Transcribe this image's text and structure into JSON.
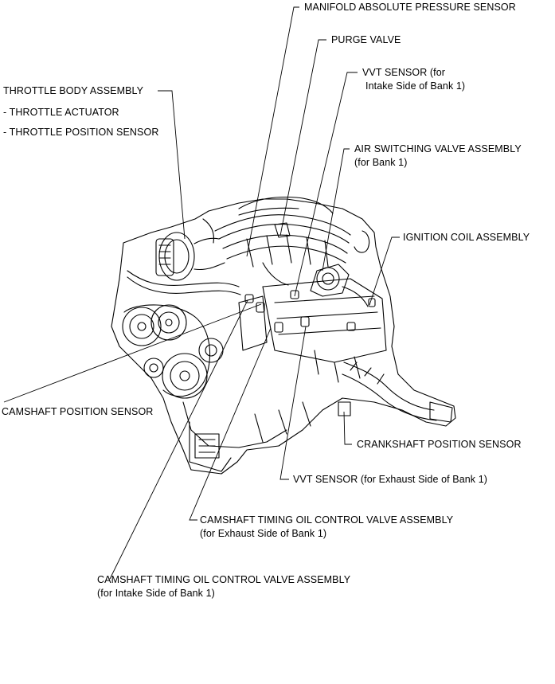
{
  "labels": {
    "map_sensor": "MANIFOLD ABSOLUTE PRESSURE SENSOR",
    "purge_valve": "PURGE VALVE",
    "vvt_intake_1": "VVT SENSOR (for",
    "vvt_intake_2": "Intake Side of Bank 1)",
    "throttle_body": "THROTTLE BODY ASSEMBLY",
    "throttle_actuator": "- THROTTLE ACTUATOR",
    "throttle_position": "- THROTTLE POSITION SENSOR",
    "air_switching_1": "AIR SWITCHING VALVE ASSEMBLY",
    "air_switching_2": "(for Bank 1)",
    "ignition_coil": "IGNITION COIL ASSEMBLY",
    "camshaft_position": "CAMSHAFT POSITION SENSOR",
    "crankshaft_position": "CRANKSHAFT POSITION SENSOR",
    "vvt_exhaust": "VVT SENSOR (for Exhaust Side of Bank 1)",
    "ocv_exhaust_1": "CAMSHAFT TIMING OIL CONTROL VALVE ASSEMBLY",
    "ocv_exhaust_2": "(for Exhaust Side of Bank 1)",
    "ocv_intake_1": "CAMSHAFT TIMING OIL CONTROL VALVE ASSEMBLY",
    "ocv_intake_2": "(for Intake Side of Bank 1)"
  }
}
